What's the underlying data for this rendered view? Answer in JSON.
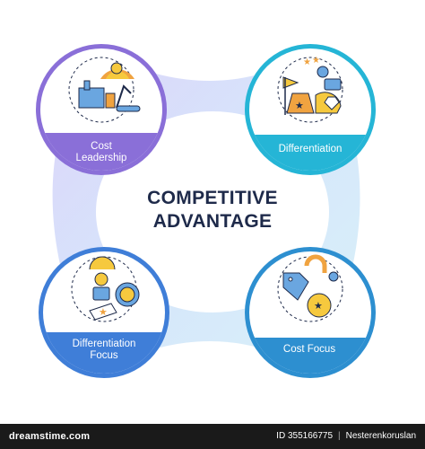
{
  "title": {
    "line1": "COMPETITIVE",
    "line2": "ADVANTAGE"
  },
  "segments": [
    {
      "label_line1": "Cost",
      "label_line2": "Leadership",
      "accent": "#8a6fd8",
      "icon": "factory-production-cost-icon"
    },
    {
      "label_line1": "Differentiation",
      "label_line2": "",
      "accent": "#25b5d6",
      "icon": "brand-differentiation-icon"
    },
    {
      "label_line1": "Differentiation",
      "label_line2": "Focus",
      "accent": "#3f7ed8",
      "icon": "targeted-audience-icon"
    },
    {
      "label_line1": "Cost Focus",
      "label_line2": "",
      "accent": "#2d8fd0",
      "icon": "price-tag-target-icon"
    }
  ],
  "colors": {
    "ring_fill": "#dcd7fa",
    "ring_fill_light": "#e0f4fa",
    "title_text": "#1e2a4a",
    "icon_yellow": "#f6c93e",
    "icon_blue": "#6aa6e0",
    "icon_orange": "#f0a340"
  },
  "footer": {
    "site_prefix": "dreams",
    "site_suffix": "time.com",
    "id_text": "ID 355166775",
    "author": "Nesterenkoruslan"
  }
}
